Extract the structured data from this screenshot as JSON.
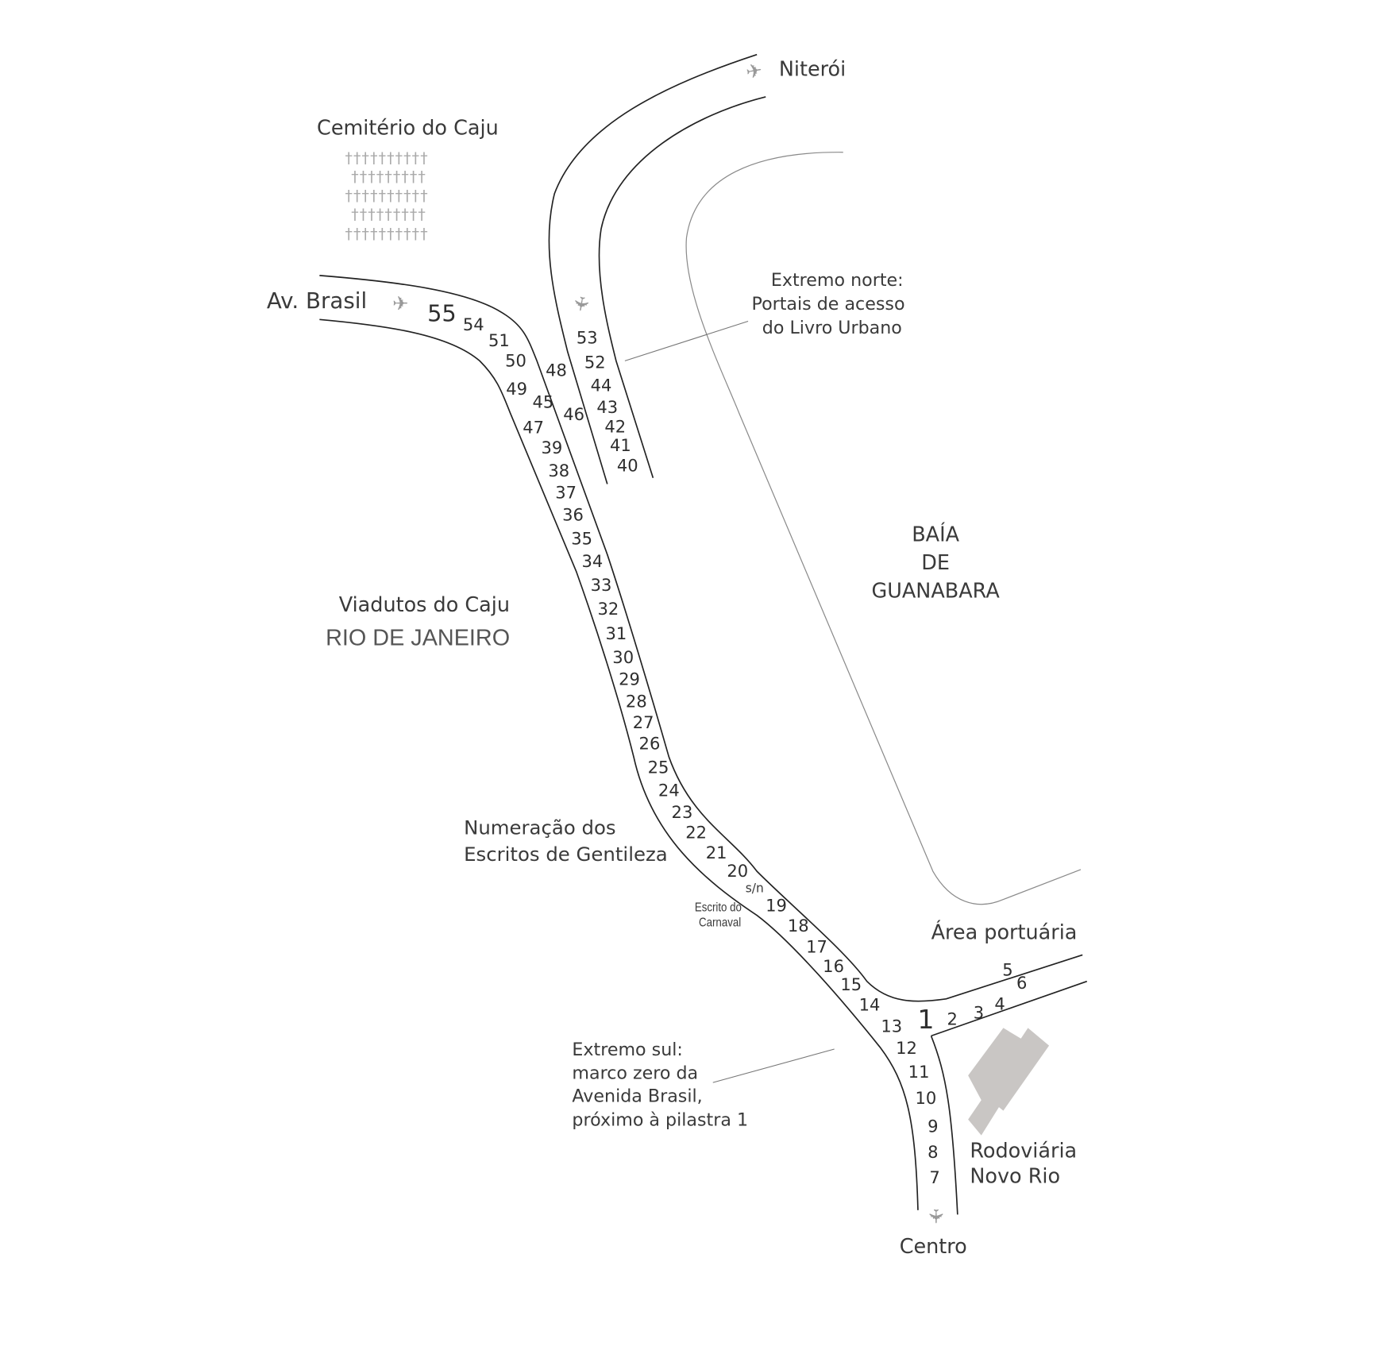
{
  "title": "Viadutos do Caju",
  "city": "RIO DE JANEIRO",
  "places": {
    "niteroi": "Niterói",
    "cemiterio": "Cemitério do Caju",
    "av_brasil": "Av. Brasil",
    "baia": [
      "BAÍA",
      "DE",
      "GUANABARA"
    ],
    "area_portuaria": "Área portuária",
    "rodoviaria": [
      "Rodoviária",
      "Novo Rio"
    ],
    "centro": "Centro"
  },
  "annotations": {
    "extremo_norte": [
      "Extremo norte:",
      "Portais de acesso",
      "do Livro Urbano"
    ],
    "numeracao": [
      "Numeração dos",
      "Escritos de Gentileza"
    ],
    "escrito_carnaval": [
      "Escrito do",
      "Carnaval"
    ],
    "sn": "s/n",
    "extremo_sul": [
      "Extremo sul:",
      "marco zero da",
      "Avenida Brasil,",
      "próximo à pilastra 1"
    ]
  },
  "pillars": [
    "55",
    "54",
    "51",
    "50",
    "49",
    "48",
    "45",
    "46",
    "47",
    "39",
    "38",
    "37",
    "36",
    "35",
    "34",
    "33",
    "32",
    "31",
    "30",
    "29",
    "28",
    "27",
    "26",
    "25",
    "24",
    "23",
    "22",
    "21",
    "20",
    "19",
    "18",
    "17",
    "16",
    "15",
    "14",
    "13",
    "12",
    "11",
    "10",
    "9",
    "8",
    "7",
    "1",
    "2",
    "3",
    "4",
    "5",
    "6",
    "53",
    "52",
    "44",
    "43",
    "42",
    "41",
    "40"
  ],
  "icons": {
    "direction": "arrow-icon",
    "cemetery": "cross-icon"
  }
}
